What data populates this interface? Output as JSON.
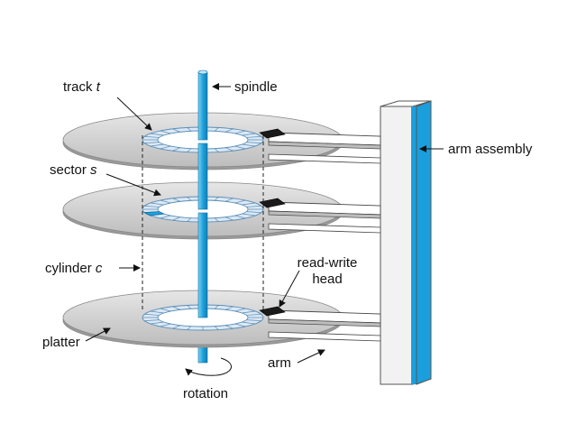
{
  "labels": {
    "track": "track",
    "track_var": "t",
    "spindle": "spindle",
    "sector": "sector",
    "sector_var": "s",
    "arm_assembly": "arm assembly",
    "cylinder": "cylinder",
    "cylinder_var": "c",
    "read_write_line1": "read-write",
    "read_write_line2": "head",
    "platter": "platter",
    "arm": "arm",
    "rotation": "rotation"
  },
  "colors": {
    "platter_fill": "#d4d4d4",
    "platter_edge": "#888888",
    "track_fill": "#dce9f5",
    "sector_highlight": "#1ea1de",
    "spindle": "#29a9e0",
    "arm_assembly_face": "#f2f2f2",
    "arm_assembly_stripe": "#1a9fdc",
    "head": "#1a1a1a"
  }
}
